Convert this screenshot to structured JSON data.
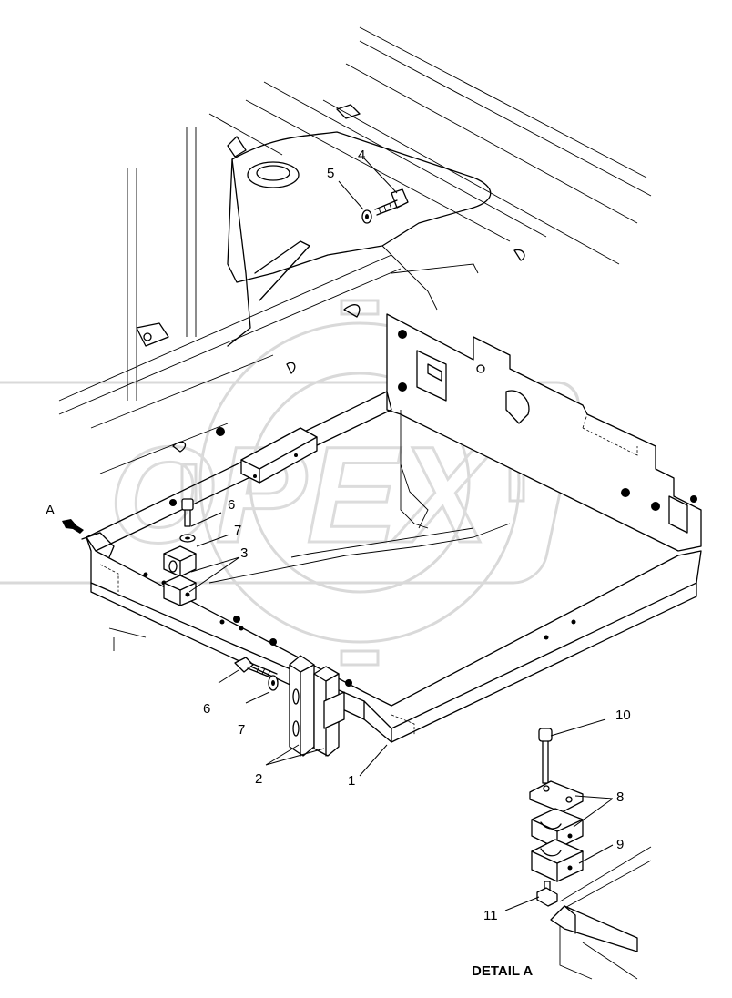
{
  "callouts": [
    {
      "id": "c1",
      "text": "1"
    },
    {
      "id": "c2",
      "text": "2"
    },
    {
      "id": "c3",
      "text": "3"
    },
    {
      "id": "c4",
      "text": "4"
    },
    {
      "id": "c5",
      "text": "5"
    },
    {
      "id": "c6a",
      "text": "6"
    },
    {
      "id": "c6b",
      "text": "6"
    },
    {
      "id": "c7a",
      "text": "7"
    },
    {
      "id": "c7b",
      "text": "7"
    },
    {
      "id": "c8",
      "text": "8"
    },
    {
      "id": "c9",
      "text": "9"
    },
    {
      "id": "c10",
      "text": "10"
    },
    {
      "id": "c11",
      "text": "11"
    }
  ],
  "view_marker": "A",
  "detail_title": "DETAIL A",
  "watermark": "OPEX"
}
